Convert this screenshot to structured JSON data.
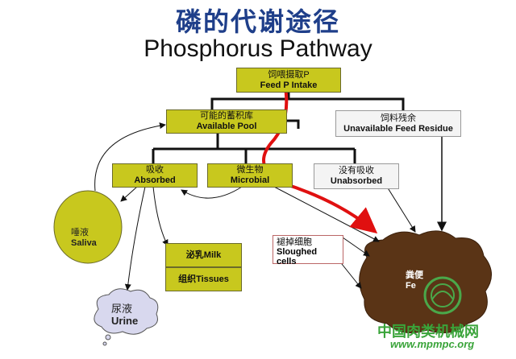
{
  "title_cn": "磷的代谢途径",
  "title_en": "Phosphorus Pathway",
  "nodes": {
    "feed": {
      "cn": "饲喂摄取P",
      "en": "Feed P Intake"
    },
    "pool": {
      "cn": "可能的蓄积库",
      "en": "Available Pool"
    },
    "residue": {
      "cn": "饲料残余",
      "en": "Unavailable Feed Residue"
    },
    "absorbed": {
      "cn": "吸收",
      "en": "Absorbed"
    },
    "microbial": {
      "cn": "微生物",
      "en": "Microbial"
    },
    "unabsorbed": {
      "cn": "没有吸收",
      "en": "Unabsorbed"
    },
    "saliva": {
      "cn": "唾液",
      "en": "Saliva"
    },
    "milk": {
      "cn": "泌乳Milk"
    },
    "tissues": {
      "cn": "组织Tissues"
    },
    "sloughed": {
      "cn": "褪掉细胞",
      "en1": "Sloughed",
      "en2": "cells"
    },
    "urine": {
      "cn": "尿液",
      "en": "Urine"
    },
    "feces": {
      "cn": "粪便",
      "en": "Fe"
    }
  },
  "watermark": {
    "cn": "中国肉类机械网",
    "url": "www.mpmpc.org"
  },
  "colors": {
    "box": "#c8c81e",
    "red_arrow": "#e01010",
    "feces": "#5a3416",
    "cloud": "#d8d8ee"
  }
}
